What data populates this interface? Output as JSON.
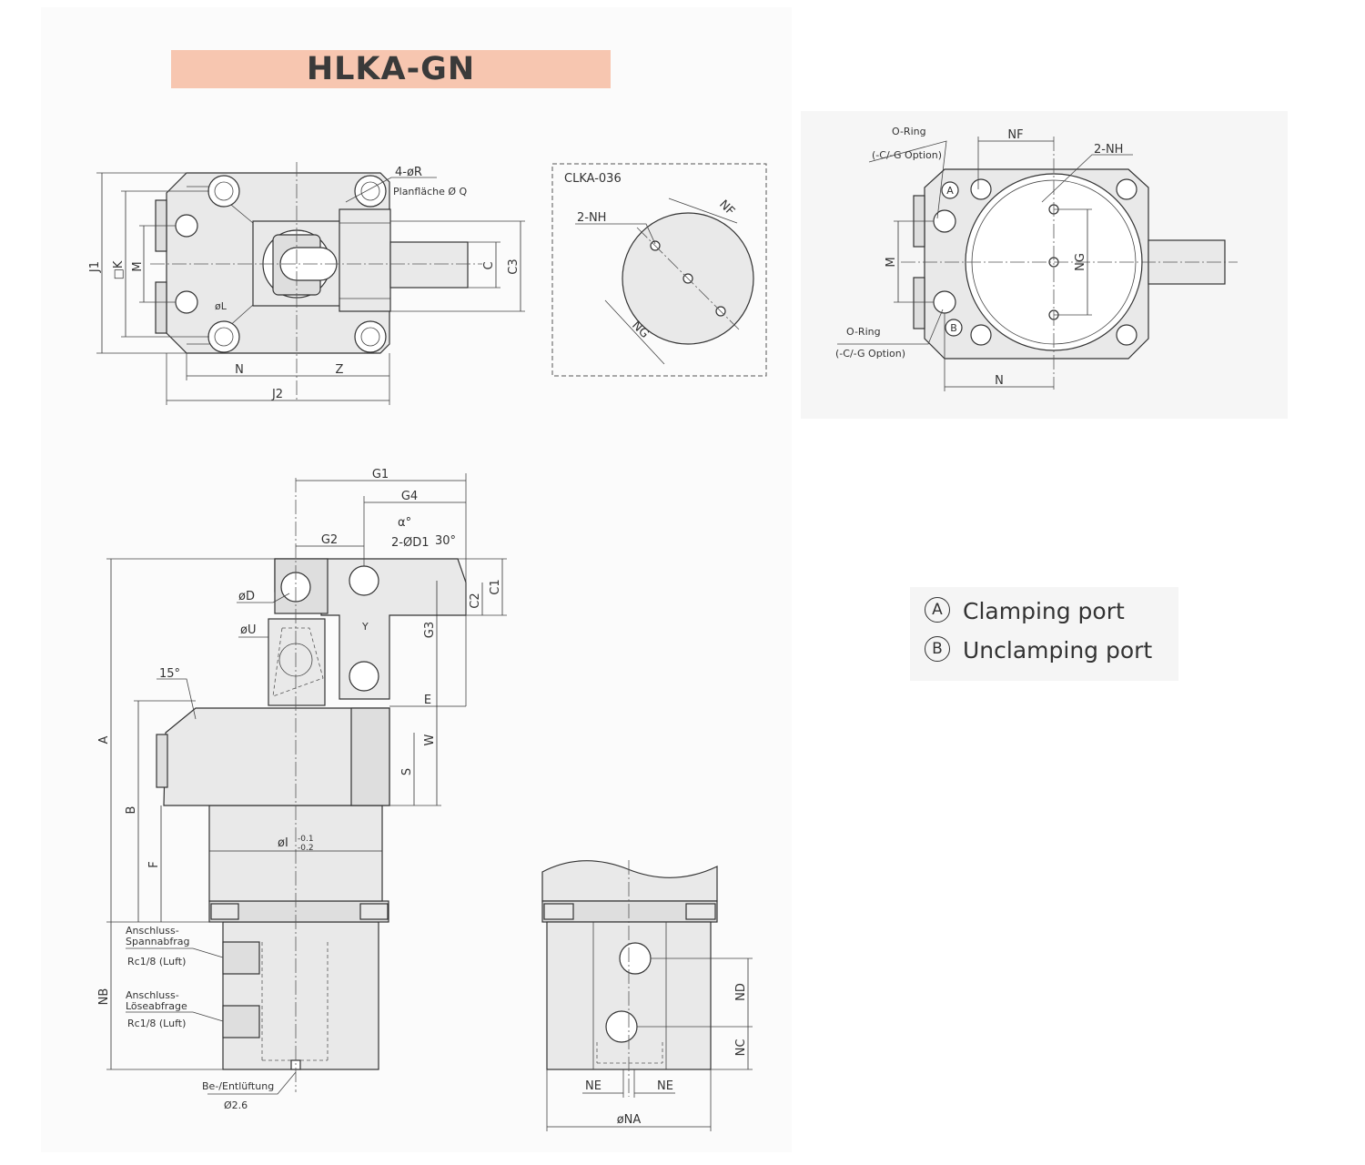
{
  "title": "HLKA-GN",
  "legend": {
    "a_symbol": "A",
    "a_text": "Clamping port",
    "b_symbol": "B",
    "b_text": "Unclamping port"
  },
  "top_view": {
    "hole_label": "4-øR",
    "planflache": "Planfläche Ø Q",
    "phi_l": "øL",
    "dims": {
      "j1": "J1",
      "k": "□K",
      "m": "M",
      "c": "C",
      "c3": "C3",
      "n": "N",
      "z": "Z",
      "j2": "J2"
    }
  },
  "detail_view": {
    "title": "CLKA-036",
    "nh": "2-NH",
    "nf": "NF",
    "ng": "NG"
  },
  "right_view": {
    "oring_top": "O-Ring",
    "option_top": "(-C/-G Option)",
    "oring_bottom": "O-Ring",
    "option_bottom": "(-C/-G Option)",
    "nf": "NF",
    "nh": "2-NH",
    "m": "M",
    "ng": "NG",
    "n": "N",
    "port_a": "A",
    "port_b": "B"
  },
  "side_view": {
    "dims": {
      "g1": "G1",
      "g4": "G4",
      "g2": "G2",
      "alpha": "α°",
      "d1": "2-ØD1",
      "deg30": "30°",
      "c1": "C1",
      "c2": "C2",
      "phid": "øD",
      "phiu": "øU",
      "y": "Y",
      "g3": "G3",
      "deg15": "15°",
      "e": "E",
      "w": "W",
      "s": "S",
      "a": "A",
      "b": "B",
      "f": "F",
      "phii": "øI",
      "tol_up": "-0.1",
      "tol_dn": "-0.2",
      "nb": "NB"
    },
    "port1_line1": "Anschluss-",
    "port1_line2": "Spannabfrag",
    "port1_spec": "Rc1/8 (Luft)",
    "port2_line1": "Anschluss-",
    "port2_line2": "Löseabfrage",
    "port2_spec": "Rc1/8 (Luft)",
    "vent_label": "Be-/Entlüftung",
    "vent_dia": "Ø2.6"
  },
  "bottom_view": {
    "nd": "ND",
    "nc": "NC",
    "ne1": "NE",
    "ne2": "NE",
    "na": "øNA"
  }
}
